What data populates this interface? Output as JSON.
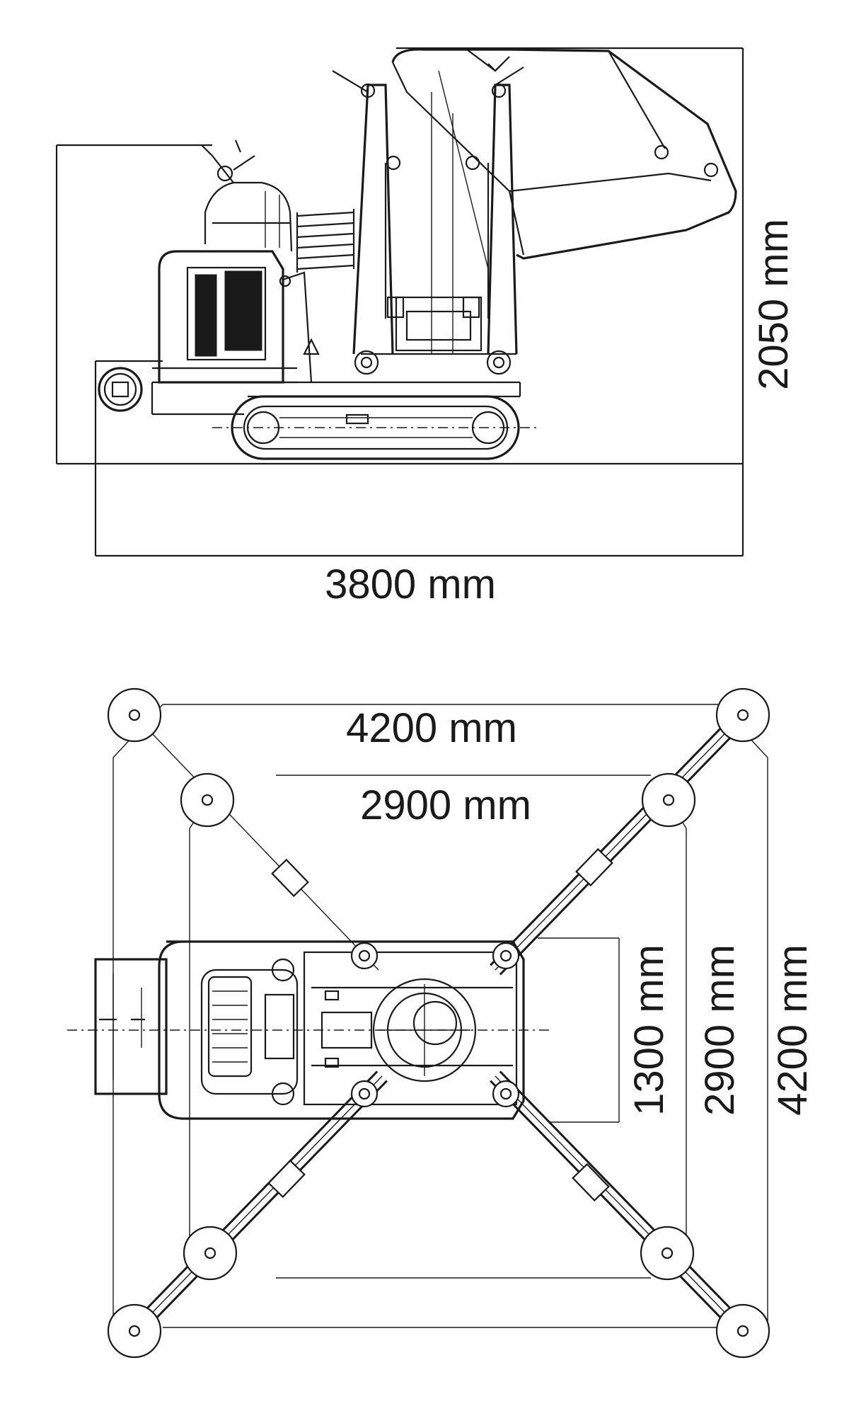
{
  "side_view": {
    "height_label": "2050 mm",
    "length_label": "3800 mm"
  },
  "top_view": {
    "outer_width_label": "4200 mm",
    "inner_width_label": "2900 mm",
    "body_width_label": "1300 mm",
    "inner_depth_label": "2900 mm",
    "outer_depth_label": "4200 mm"
  }
}
